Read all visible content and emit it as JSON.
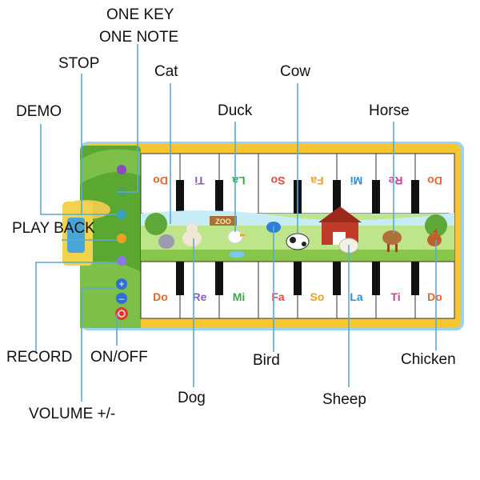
{
  "labels": {
    "one_key_line1": "ONE KEY",
    "one_key_line2": "ONE NOTE",
    "stop": "STOP",
    "demo": "DEMO",
    "play_back": "PLAY BACK",
    "record": "RECORD",
    "on_off": "ON/OFF",
    "volume": "VOLUME +/-",
    "cat": "Cat",
    "cow": "Cow",
    "duck": "Duck",
    "horse": "Horse",
    "bird": "Bird",
    "chicken": "Chicken",
    "dog": "Dog",
    "sheep": "Sheep"
  },
  "top_keys": [
    "Do",
    "Ti",
    "La",
    "So",
    "Fa",
    "Mi",
    "Re",
    "Do"
  ],
  "bottom_keys": [
    "Do",
    "Re",
    "Mi",
    "Fa",
    "So",
    "La",
    "Ti",
    "Do"
  ],
  "scene": {
    "zoo_sign": "ZOO"
  },
  "colors": {
    "mat_border": "#f7c631",
    "mat_edge": "#9ad3ef",
    "panel_green": "#5aa832",
    "leader_line": "#5aa9d6",
    "note_colors": [
      "#e8662a",
      "#8a5ac0",
      "#3aa84a",
      "#e8453c",
      "#f0a020",
      "#2f8fd6",
      "#c8409a",
      "#e8662a"
    ]
  }
}
